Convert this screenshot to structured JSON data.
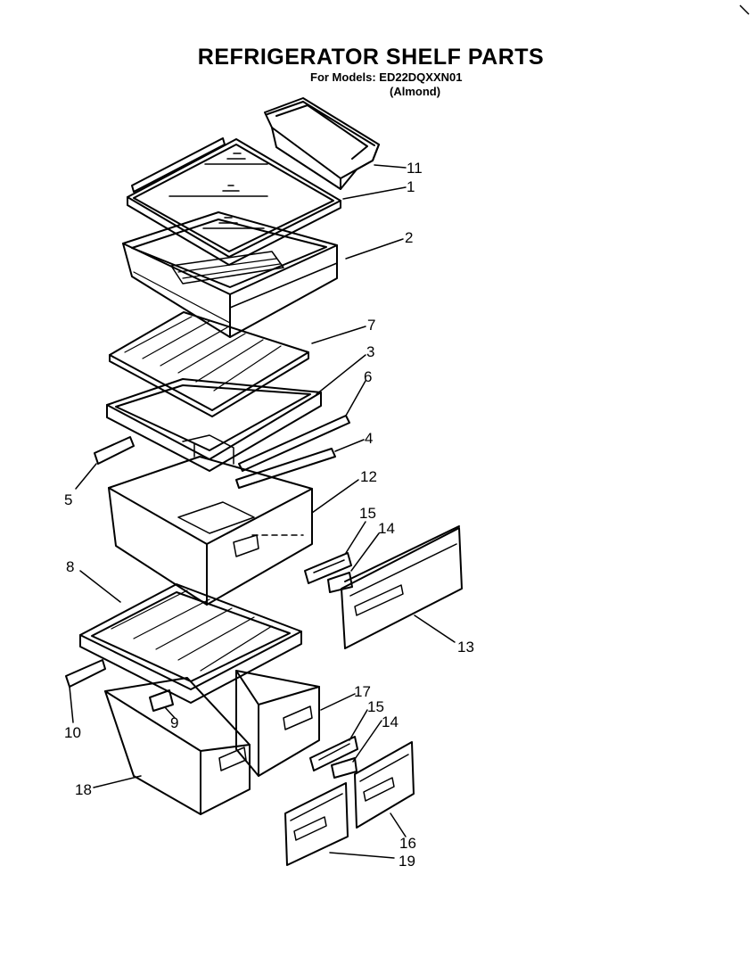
{
  "header": {
    "title": "REFRIGERATOR SHELF PARTS",
    "models_line": "For Models: ED22DQXXN01",
    "color_line": "(Almond)"
  },
  "callouts": {
    "c11": "11",
    "c1": "1",
    "c2": "2",
    "c7": "7",
    "c3": "3",
    "c6": "6",
    "c4": "4",
    "c5": "5",
    "c12": "12",
    "c15a": "15",
    "c14a": "14",
    "c8": "8",
    "c13": "13",
    "c10": "10",
    "c9": "9",
    "c17": "17",
    "c15b": "15",
    "c14b": "14",
    "c18": "18",
    "c16": "16",
    "c19": "19"
  }
}
